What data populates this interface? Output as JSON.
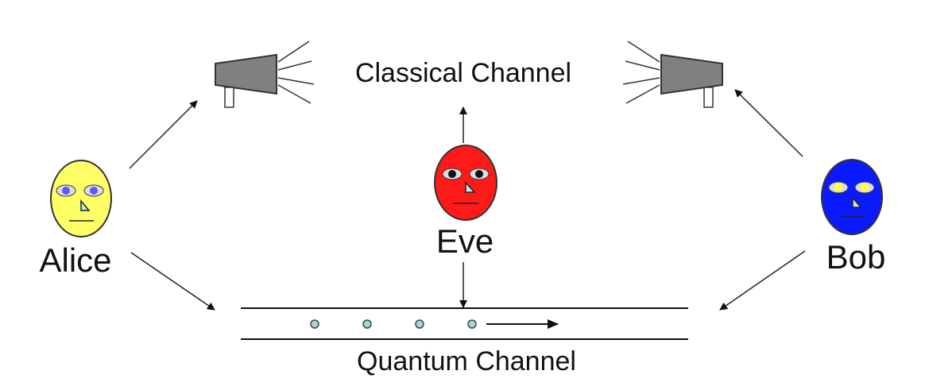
{
  "labels": {
    "classical_channel": "Classical Channel",
    "quantum_channel": "Quantum Channel",
    "alice": "Alice",
    "eve": "Eve",
    "bob": "Bob"
  },
  "colors": {
    "alice_face": "#ffff66",
    "alice_eyes": "#5a5aff",
    "eve_face": "#ff1a1a",
    "eve_eyes": "#111111",
    "bob_face": "#0a1aff",
    "bob_eyes": "#ffff44",
    "megaphone": "#808080",
    "photon": "#9fd8dc",
    "nose": "#bfe8f0"
  },
  "icons": {
    "left_megaphone": "megaphone-icon",
    "right_megaphone": "megaphone-icon",
    "photon": "photon-icon"
  },
  "photon_count": 4
}
